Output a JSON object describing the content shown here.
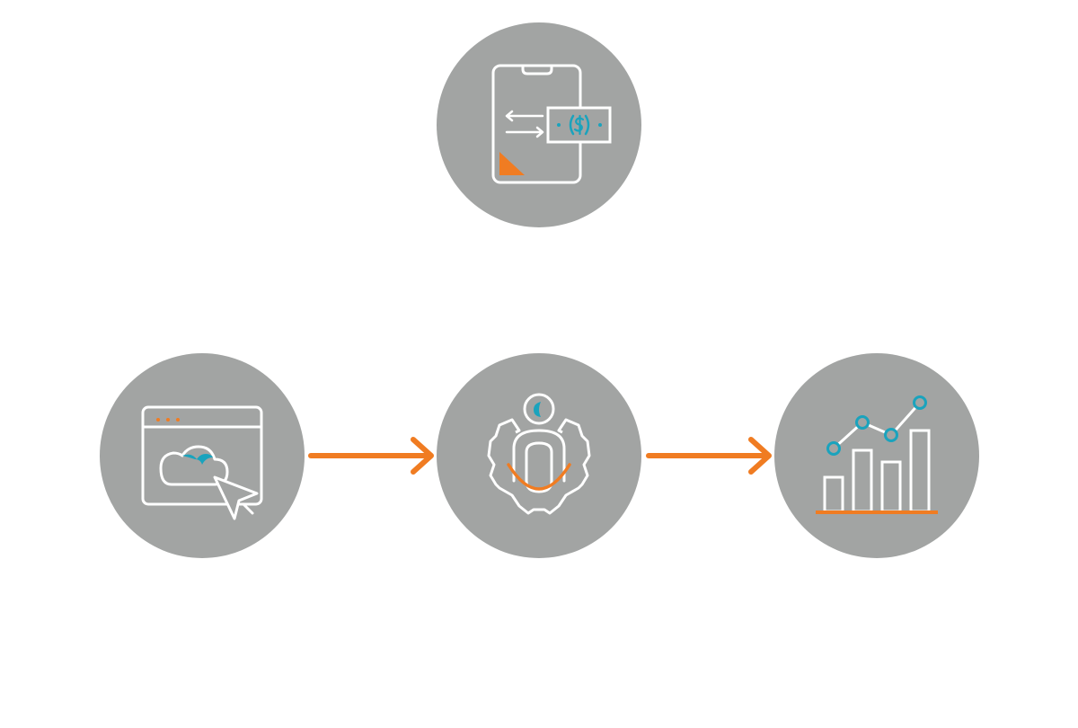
{
  "colors": {
    "circle_fill": "#a2a4a3",
    "line_white": "#ffffff",
    "accent_orange": "#f07c22",
    "accent_teal": "#1aa3bd"
  },
  "nodes": [
    {
      "id": "mobile-payment",
      "icon": "mobile-payment-icon"
    },
    {
      "id": "cloud-browser",
      "icon": "cloud-browser-click-icon"
    },
    {
      "id": "user-settings",
      "icon": "user-gear-icon"
    },
    {
      "id": "growth-chart",
      "icon": "bar-line-chart-icon"
    }
  ],
  "connectors": [
    {
      "from": "cloud-browser",
      "to": "user-settings",
      "icon": "arrow-right-icon"
    },
    {
      "from": "user-settings",
      "to": "growth-chart",
      "icon": "arrow-right-icon"
    }
  ]
}
